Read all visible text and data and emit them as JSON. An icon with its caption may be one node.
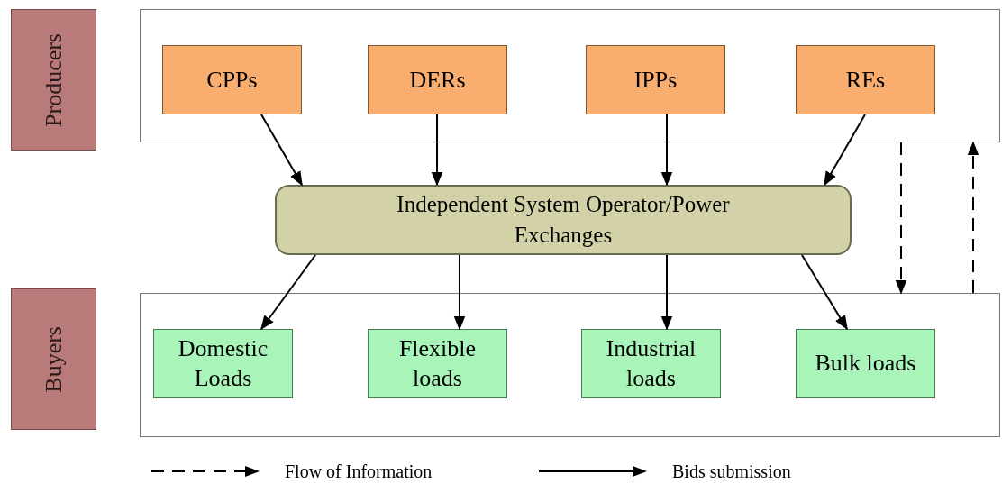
{
  "diagram": {
    "nodes": [
      {
        "text": [
          "Producers"
        ]
      },
      {
        "text": [],
        "shape": "box"
      },
      {
        "text": [
          "CPPs"
        ],
        "in": 1
      },
      {
        "text": [
          "DERs"
        ],
        "in": 1
      },
      {
        "text": [
          "IPPs"
        ],
        "in": 1
      },
      {
        "text": [
          "REs"
        ],
        "in": 1
      },
      {
        "text": [
          "Independent System Operator/Power Exchanges"
        ]
      },
      {
        "text": [
          "Buyers"
        ]
      },
      {
        "text": [],
        "shape": "box"
      },
      {
        "text": [
          "Domestic Loads"
        ],
        "in": 8
      },
      {
        "text": [
          "Flexible loads"
        ],
        "in": 8
      },
      {
        "text": [
          "Industrial loads"
        ],
        "in": 8
      },
      {
        "text": [
          "Bulk loads"
        ],
        "in": 8
      }
    ],
    "edges": [
      {
        "from": 2,
        "to": 6,
        "arrow": "to"
      },
      {
        "from": 3,
        "to": 6,
        "arrow": "to"
      },
      {
        "from": 4,
        "to": 6,
        "arrow": "to"
      },
      {
        "from": 5,
        "to": 6,
        "arrow": "to"
      },
      {
        "from": 6,
        "to": 9,
        "arrow": "to"
      },
      {
        "from": 6,
        "to": 10,
        "arrow": "to"
      },
      {
        "from": 6,
        "to": 11,
        "arrow": "to"
      },
      {
        "from": 6,
        "to": 12,
        "arrow": "to"
      },
      {
        "from": 1,
        "to": 8,
        "arrow": "to",
        "style": "dashed"
      },
      {
        "from": 8,
        "to": 1,
        "arrow": "to",
        "style": "dashed"
      }
    ],
    "legend": [
      {
        "text": "Flow of Information"
      },
      {
        "text": "Bids submission"
      }
    ]
  }
}
